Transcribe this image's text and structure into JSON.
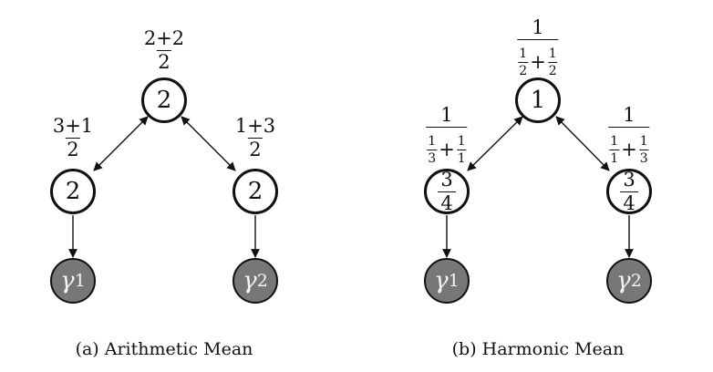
{
  "arithmetic": {
    "top": "2",
    "left": "2",
    "right": "2",
    "top_label": {
      "num": "2+2",
      "den": "2"
    },
    "left_label": {
      "num": "3+1",
      "den": "2"
    },
    "right_label": {
      "num": "1+3",
      "den": "2"
    },
    "leaf_left": {
      "symbol": "γ",
      "sub": "1"
    },
    "leaf_right": {
      "symbol": "γ",
      "sub": "2"
    },
    "caption": "(a) Arithmetic Mean"
  },
  "harmonic": {
    "top": "1",
    "left": {
      "num": "3",
      "den": "4"
    },
    "right": {
      "num": "3",
      "den": "4"
    },
    "top_label": {
      "num": "1",
      "a_num": "1",
      "a_den": "2",
      "op": "+",
      "b_num": "1",
      "b_den": "2"
    },
    "left_label": {
      "num": "1",
      "a_num": "1",
      "a_den": "3",
      "op": "+",
      "b_num": "1",
      "b_den": "1"
    },
    "right_label": {
      "num": "1",
      "a_num": "1",
      "a_den": "1",
      "op": "+",
      "b_num": "1",
      "b_den": "3"
    },
    "leaf_left": {
      "symbol": "γ",
      "sub": "1"
    },
    "leaf_right": {
      "symbol": "γ",
      "sub": "2"
    },
    "caption": "(b) Harmonic Mean"
  }
}
